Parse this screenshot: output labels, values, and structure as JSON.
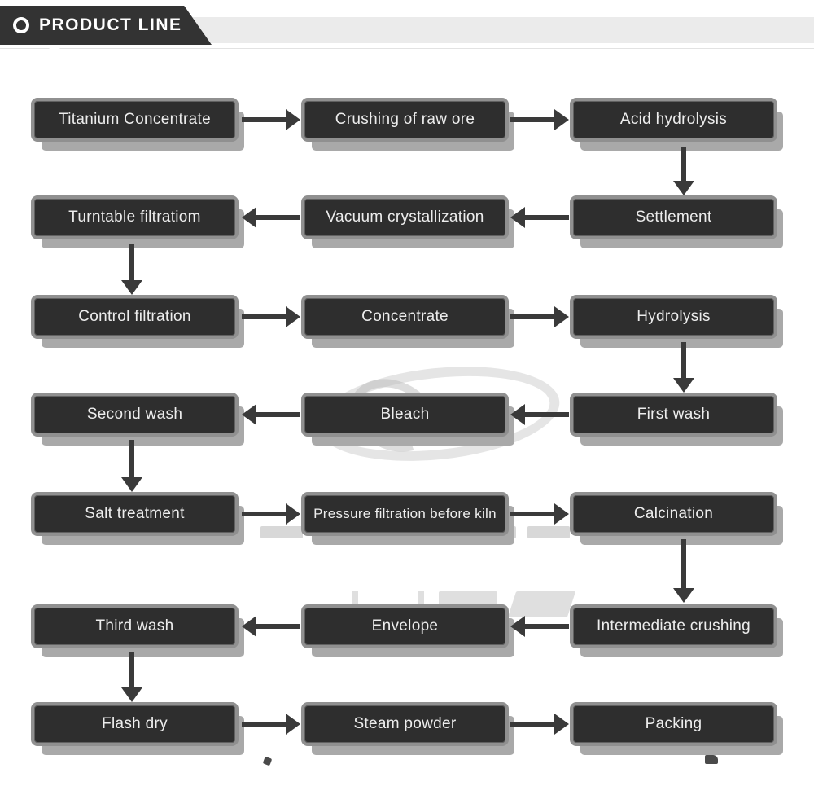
{
  "header": {
    "title": "PRODUCT LINE",
    "icon": "circle-ring-icon",
    "banner_color": "#333333",
    "bar_color": "#ebebeb",
    "text_color": "#ffffff"
  },
  "flowchart": {
    "colors": {
      "box_fill": "#2e2e2e",
      "box_border": "#909090",
      "box_shadow": "#a9a9a9",
      "arrow": "#3a3a3a",
      "label_text": "#ededed"
    },
    "nodes": [
      {
        "id": "titanium-concentrate",
        "label": "Titanium Concentrate",
        "row": 1,
        "col": 1
      },
      {
        "id": "crushing-of-raw-ore",
        "label": "Crushing of raw ore",
        "row": 1,
        "col": 2
      },
      {
        "id": "acid-hydrolysis",
        "label": "Acid hydrolysis",
        "row": 1,
        "col": 3
      },
      {
        "id": "turntable-filtratiom",
        "label": "Turntable filtratiom",
        "row": 2,
        "col": 1
      },
      {
        "id": "vacuum-crystallization",
        "label": "Vacuum crystallization",
        "row": 2,
        "col": 2
      },
      {
        "id": "settlement",
        "label": "Settlement",
        "row": 2,
        "col": 3
      },
      {
        "id": "control-filtration",
        "label": "Control filtration",
        "row": 3,
        "col": 1
      },
      {
        "id": "concentrate",
        "label": "Concentrate",
        "row": 3,
        "col": 2
      },
      {
        "id": "hydrolysis",
        "label": "Hydrolysis",
        "row": 3,
        "col": 3
      },
      {
        "id": "second-wash",
        "label": "Second wash",
        "row": 4,
        "col": 1
      },
      {
        "id": "bleach",
        "label": "Bleach",
        "row": 4,
        "col": 2
      },
      {
        "id": "first-wash",
        "label": "First wash",
        "row": 4,
        "col": 3
      },
      {
        "id": "salt-treatment",
        "label": "Salt treatment",
        "row": 5,
        "col": 1
      },
      {
        "id": "pressure-filtration-before-kiln",
        "label": "Pressure filtration before kiln",
        "row": 5,
        "col": 2
      },
      {
        "id": "calcination",
        "label": "Calcination",
        "row": 5,
        "col": 3
      },
      {
        "id": "third-wash",
        "label": "Third wash",
        "row": 6,
        "col": 1
      },
      {
        "id": "envelope",
        "label": "Envelope",
        "row": 6,
        "col": 2
      },
      {
        "id": "intermediate-crushing",
        "label": "Intermediate crushing",
        "row": 6,
        "col": 3
      },
      {
        "id": "flash-dry",
        "label": "Flash dry",
        "row": 7,
        "col": 1
      },
      {
        "id": "steam-powder",
        "label": "Steam powder",
        "row": 7,
        "col": 2
      },
      {
        "id": "packing",
        "label": "Packing",
        "row": 7,
        "col": 3
      }
    ],
    "edges": [
      {
        "from": "titanium-concentrate",
        "to": "crushing-of-raw-ore",
        "direction": "right"
      },
      {
        "from": "crushing-of-raw-ore",
        "to": "acid-hydrolysis",
        "direction": "right"
      },
      {
        "from": "acid-hydrolysis",
        "to": "settlement",
        "direction": "down"
      },
      {
        "from": "settlement",
        "to": "vacuum-crystallization",
        "direction": "left"
      },
      {
        "from": "vacuum-crystallization",
        "to": "turntable-filtratiom",
        "direction": "left"
      },
      {
        "from": "turntable-filtratiom",
        "to": "control-filtration",
        "direction": "down"
      },
      {
        "from": "control-filtration",
        "to": "concentrate",
        "direction": "right"
      },
      {
        "from": "concentrate",
        "to": "hydrolysis",
        "direction": "right"
      },
      {
        "from": "hydrolysis",
        "to": "first-wash",
        "direction": "down"
      },
      {
        "from": "first-wash",
        "to": "bleach",
        "direction": "left"
      },
      {
        "from": "bleach",
        "to": "second-wash",
        "direction": "left"
      },
      {
        "from": "second-wash",
        "to": "salt-treatment",
        "direction": "down"
      },
      {
        "from": "salt-treatment",
        "to": "pressure-filtration-before-kiln",
        "direction": "right"
      },
      {
        "from": "pressure-filtration-before-kiln",
        "to": "calcination",
        "direction": "right"
      },
      {
        "from": "calcination",
        "to": "intermediate-crushing",
        "direction": "down"
      },
      {
        "from": "intermediate-crushing",
        "to": "envelope",
        "direction": "left"
      },
      {
        "from": "envelope",
        "to": "third-wash",
        "direction": "left"
      },
      {
        "from": "third-wash",
        "to": "flash-dry",
        "direction": "down"
      },
      {
        "from": "flash-dry",
        "to": "steam-powder",
        "direction": "right"
      },
      {
        "from": "steam-powder",
        "to": "packing",
        "direction": "right"
      }
    ]
  },
  "watermark": {
    "description": "faint illegible gray logo watermark behind center of chart",
    "color": "#c0c0c0"
  }
}
